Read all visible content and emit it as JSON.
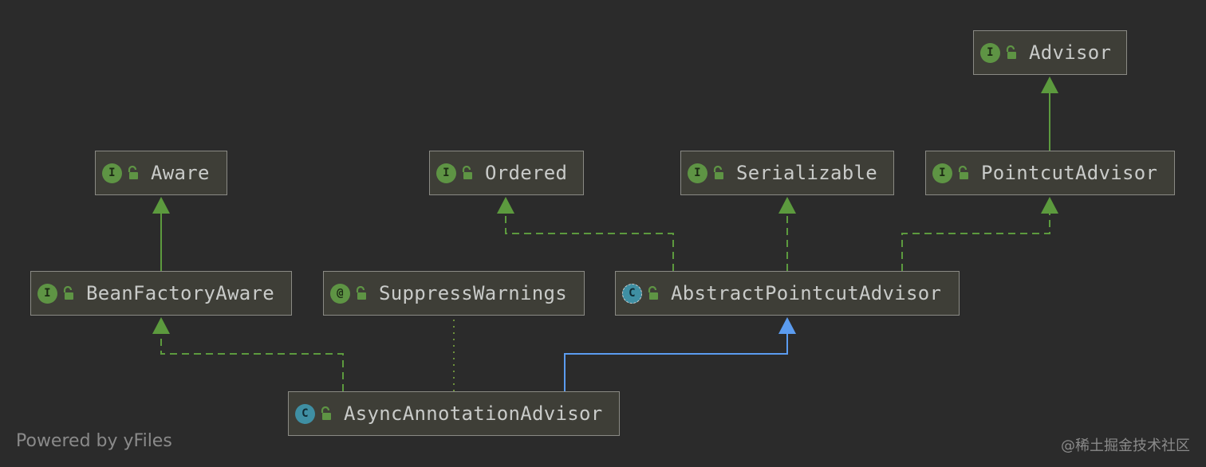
{
  "diagram": {
    "nodes": [
      {
        "id": "advisor",
        "label": "Advisor",
        "kind": "I",
        "kind_type": "interface"
      },
      {
        "id": "aware",
        "label": "Aware",
        "kind": "I",
        "kind_type": "interface"
      },
      {
        "id": "ordered",
        "label": "Ordered",
        "kind": "I",
        "kind_type": "interface"
      },
      {
        "id": "serializable",
        "label": "Serializable",
        "kind": "I",
        "kind_type": "interface"
      },
      {
        "id": "pointcut-advisor",
        "label": "PointcutAdvisor",
        "kind": "I",
        "kind_type": "interface"
      },
      {
        "id": "bean-factory-aware",
        "label": "BeanFactoryAware",
        "kind": "I",
        "kind_type": "interface"
      },
      {
        "id": "suppress-warnings",
        "label": "SuppressWarnings",
        "kind": "@",
        "kind_type": "annotation"
      },
      {
        "id": "abstract-pointcut-advisor",
        "label": "AbstractPointcutAdvisor",
        "kind": "C",
        "kind_type": "abstract-class"
      },
      {
        "id": "async-annotation-advisor",
        "label": "AsyncAnnotationAdvisor",
        "kind": "C",
        "kind_type": "class"
      }
    ],
    "edges": [
      {
        "from": "pointcut-advisor",
        "to": "advisor",
        "style": "extends"
      },
      {
        "from": "bean-factory-aware",
        "to": "aware",
        "style": "extends"
      },
      {
        "from": "abstract-pointcut-advisor",
        "to": "ordered",
        "style": "implements"
      },
      {
        "from": "abstract-pointcut-advisor",
        "to": "serializable",
        "style": "implements"
      },
      {
        "from": "abstract-pointcut-advisor",
        "to": "pointcut-advisor",
        "style": "implements"
      },
      {
        "from": "async-annotation-advisor",
        "to": "bean-factory-aware",
        "style": "implements"
      },
      {
        "from": "async-annotation-advisor",
        "to": "suppress-warnings",
        "style": "annotated"
      },
      {
        "from": "async-annotation-advisor",
        "to": "abstract-pointcut-advisor",
        "style": "class-extends"
      }
    ]
  },
  "colors": {
    "background": "#2b2b2b",
    "interface_edge": "#5c9a3e",
    "class_edge": "#5b9cf0",
    "annotation_edge": "#6c8f3c"
  },
  "footer": {
    "powered_by": "Powered by yFiles",
    "watermark": "@稀土掘金技术社区"
  }
}
